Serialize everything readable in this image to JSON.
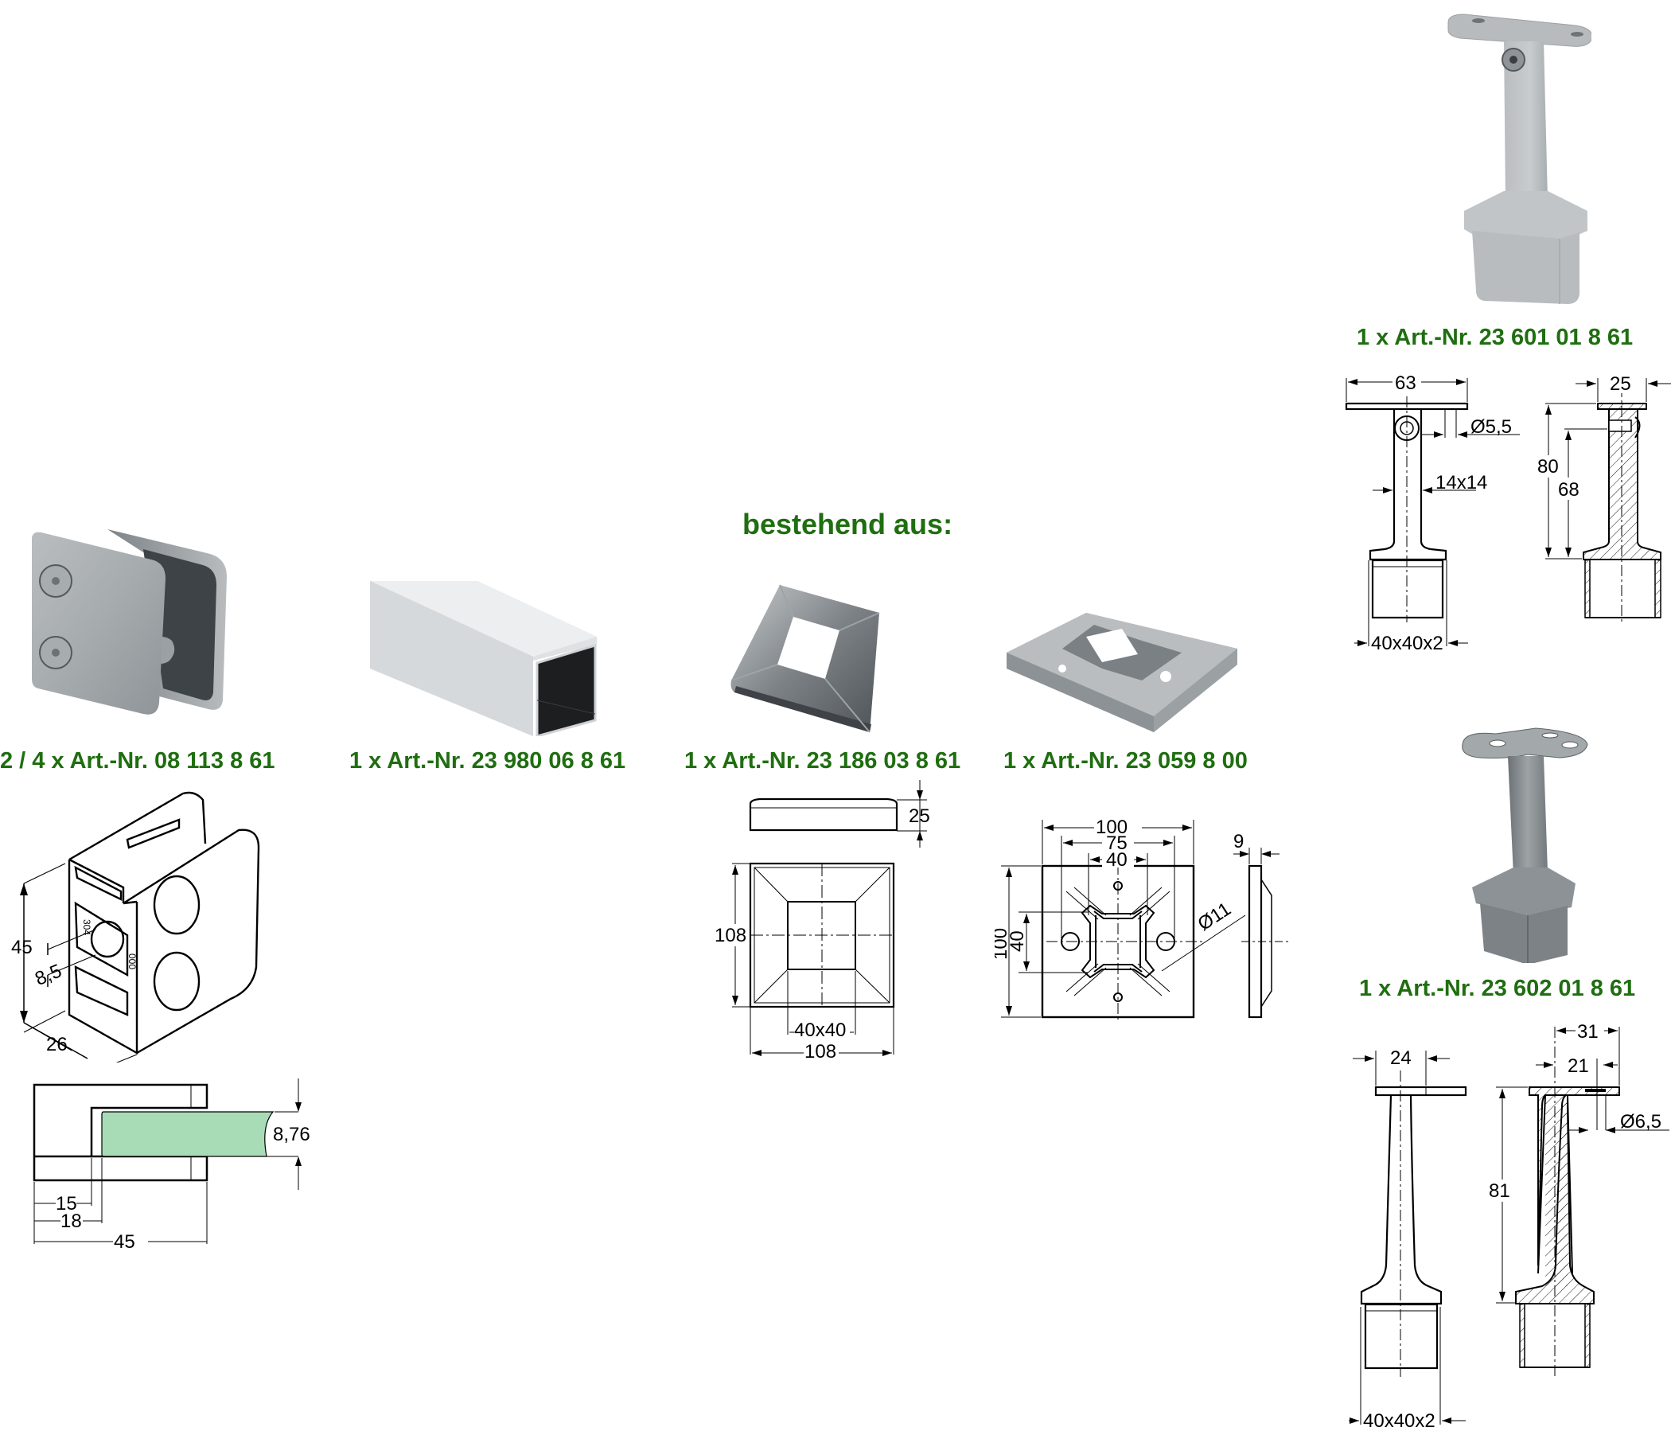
{
  "heading": "bestehend aus:",
  "colors": {
    "label_green": "#1f6e10",
    "glass_fill": "#a8dcb7",
    "steel_light": "#c4c8cb",
    "steel_mid": "#9ea3a7",
    "steel_dark": "#5a5f63"
  },
  "components": [
    {
      "id": "glass-clamp",
      "label": "2 / 4 x Art.-Nr. 08 113 8 61",
      "iso_dimensions": {
        "height": "45",
        "slot": "8,5",
        "depth": "26"
      },
      "section_dimensions": {
        "glass_thickness": "8,76",
        "inner_a": "15",
        "inner_b": "18",
        "width": "45"
      },
      "engraving": [
        "304",
        "000"
      ]
    },
    {
      "id": "square-tube",
      "label": "1 x Art.-Nr. 23 980 06 8 61"
    },
    {
      "id": "cover-cap",
      "label": "1 x Art.-Nr. 23 186 03 8 61",
      "dimensions": {
        "height": "25",
        "side_v": "108",
        "side_h": "108",
        "opening": "40x40"
      }
    },
    {
      "id": "base-plate",
      "label": "1 x Art.-Nr. 23 059 8 00",
      "dimensions": {
        "width": "100",
        "hole_spacing": "75",
        "inner": "40",
        "height": "100",
        "inner_v": "40",
        "hole_dia": "Ø11",
        "thickness": "9"
      }
    },
    {
      "id": "handrail-support-adjustable",
      "label": "1 x Art.-Nr. 23 601 01 8 61",
      "dimensions": {
        "plate_width": "63",
        "hole_dia": "Ø5,5",
        "stem": "14x14",
        "tube": "40x40x2",
        "side_width": "25",
        "height_total": "80",
        "height_pivot": "68"
      }
    },
    {
      "id": "handrail-support-fixed",
      "label": "1 x Art.-Nr. 23 602 01 8 61",
      "dimensions": {
        "plate_width": "24",
        "tube": "40x40x2",
        "side_outer": "31",
        "side_inner": "21",
        "hole_dia": "Ø6,5",
        "height": "81"
      }
    }
  ]
}
